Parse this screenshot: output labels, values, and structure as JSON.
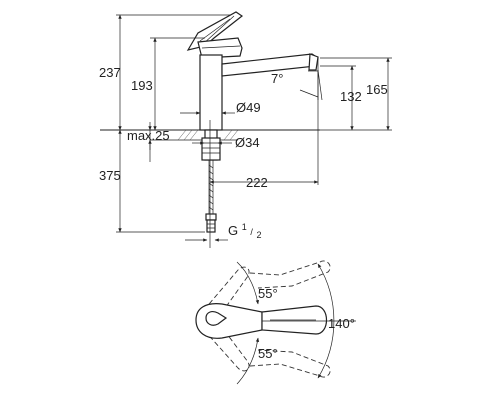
{
  "side_view": {
    "dims": {
      "height_total": "237",
      "height_spout_body": "193",
      "spout_angle": "7°",
      "spout_outlet_height": "132",
      "height_outlet_top": "165",
      "body_diameter": "Ø49",
      "max_deck_thickness": "max.25",
      "hole_diameter": "Ø34",
      "projection": "222",
      "below_deck_length": "375",
      "connection_prefix": "G",
      "connection_num": "1",
      "connection_den": "2"
    }
  },
  "top_view": {
    "dims": {
      "lever_angle_upper": "55°",
      "lever_angle_lower": "55°",
      "swivel_angle": "140°"
    }
  }
}
